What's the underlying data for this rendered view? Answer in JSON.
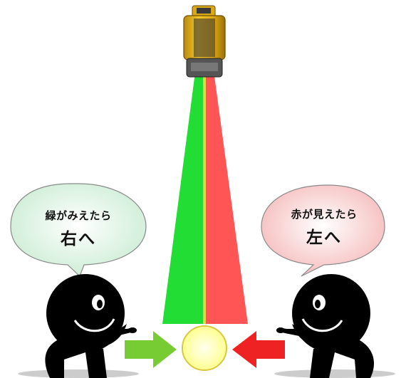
{
  "left_bubble": {
    "line1": "緑がみえたら",
    "line2": "右へ",
    "fill": "#dff5e4"
  },
  "right_bubble": {
    "line1": "赤が見えたら",
    "line2": "左へ",
    "fill": "#fbd3d3"
  },
  "beam": {
    "green": "#22dd33",
    "red": "#ff5555",
    "center_line": "#e8d64a"
  },
  "target_color": "#ffff99",
  "arrow_right_color": "#77cc33",
  "arrow_left_color": "#ee2222",
  "instrument_color": "#e8b81a"
}
